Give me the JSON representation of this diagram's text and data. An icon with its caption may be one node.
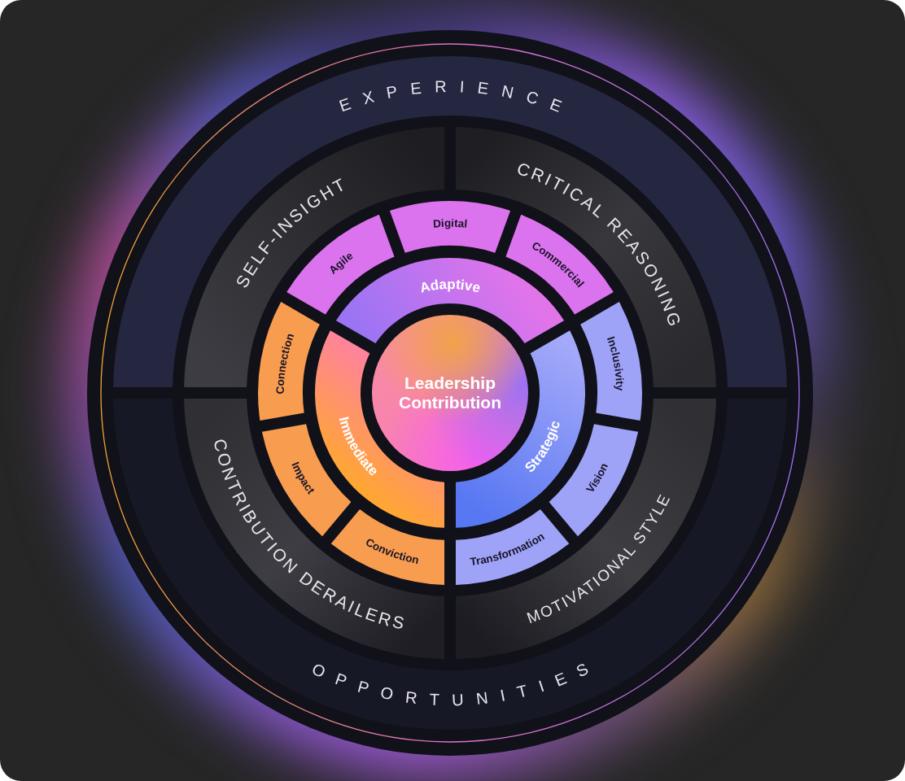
{
  "diagram": {
    "nodes": [
      {
        "text": [
          "EXPERIENCE"
        ]
      },
      {
        "text": [
          "OPPORTUNITIES"
        ]
      },
      {
        "text": [
          "SELF-INSIGHT"
        ]
      },
      {
        "text": [
          "CRITICAL",
          "REASONING"
        ]
      },
      {
        "text": [
          "MOTIVATIONAL STYLE"
        ]
      },
      {
        "text": [
          "CONTRIBUTION",
          "DERAILERS"
        ]
      },
      {
        "text": [
          "Agile"
        ]
      },
      {
        "text": [
          "Digital"
        ]
      },
      {
        "text": [
          "Commercial"
        ]
      },
      {
        "text": [
          "Inclusivity"
        ]
      },
      {
        "text": [
          "Vision"
        ]
      },
      {
        "text": [
          "Transformation"
        ]
      },
      {
        "text": [
          "Conviction"
        ]
      },
      {
        "text": [
          "Impact"
        ]
      },
      {
        "text": [
          "Connection"
        ]
      },
      {
        "text": [
          "Adaptive"
        ]
      },
      {
        "text": [
          "Strategic"
        ]
      },
      {
        "text": [
          "Immediate"
        ]
      },
      {
        "text": [
          "Leadership Contribution"
        ]
      }
    ]
  }
}
